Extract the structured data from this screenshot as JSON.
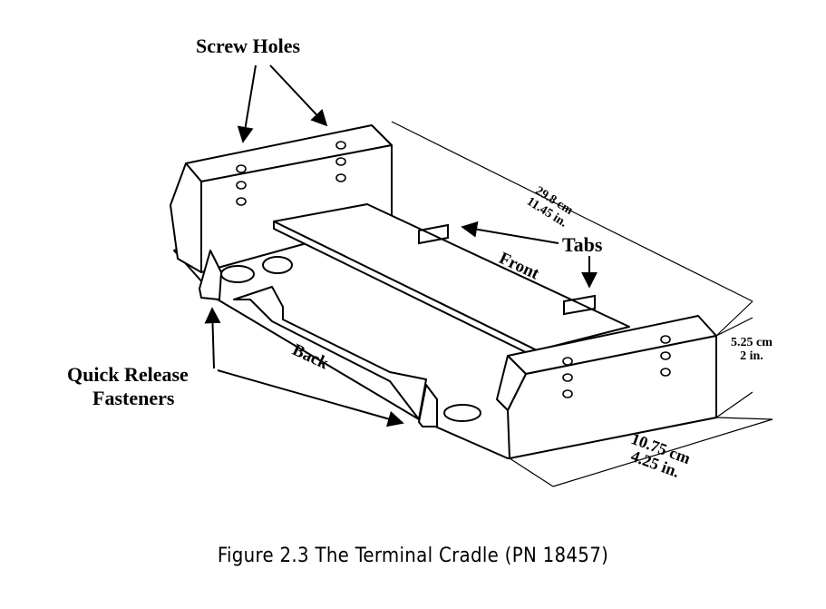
{
  "labels": {
    "screw_holes": "Screw Holes",
    "tabs": "Tabs",
    "front": "Front",
    "back": "Back",
    "quick_release_line1": "Quick Release",
    "quick_release_line2": "Fasteners"
  },
  "dimensions": {
    "length_cm": "29.8 cm",
    "length_in": "11.45 in.",
    "height_cm": "5.25 cm",
    "height_in": "2 in.",
    "width_cm": "10.75 cm",
    "width_in": "4.25 in."
  },
  "caption": "Figure 2.3 The Terminal Cradle (PN 18457)"
}
